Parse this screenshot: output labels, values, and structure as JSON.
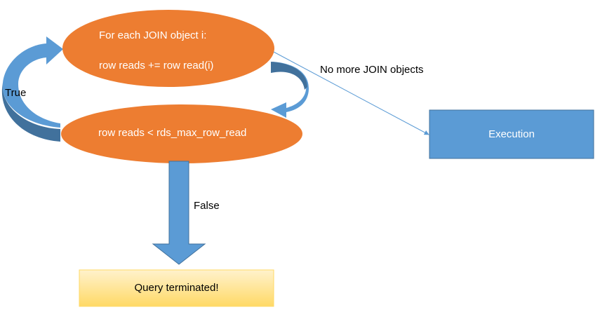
{
  "nodes": {
    "loop": {
      "line1": "For each JOIN object i:",
      "line2": "row reads += row read(i)"
    },
    "condition": {
      "label": "row reads < rds_max_row_read"
    },
    "execution": {
      "label": "Execution"
    },
    "terminated": {
      "label": "Query terminated!"
    }
  },
  "edges": {
    "true_label": "True",
    "false_label": "False",
    "no_more_label": "No more JOIN objects"
  },
  "colors": {
    "ellipse_fill": "#ED7D31",
    "box_blue": "#5B9BD5",
    "arrow_dark_blue": "#41719C",
    "term_gradient_top": "#FFF2CC",
    "term_gradient_bottom": "#FFD966"
  }
}
